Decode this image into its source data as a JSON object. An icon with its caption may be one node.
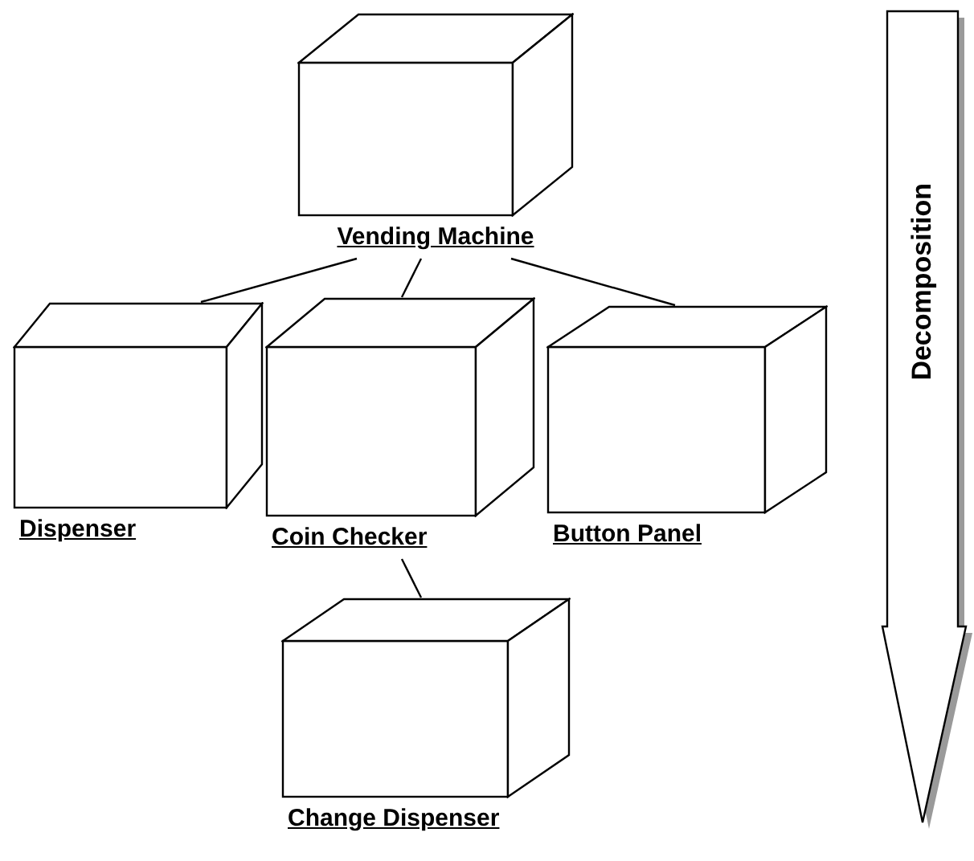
{
  "diagram": {
    "nodes": [
      {
        "text": [
          "Vending Machine"
        ]
      },
      {
        "text": [
          "Dispenser"
        ]
      },
      {
        "text": [
          "Coin Checker"
        ]
      },
      {
        "text": [
          "Button Panel"
        ]
      },
      {
        "text": [
          "Change Dispenser"
        ]
      },
      {
        "text": [
          "Decomposition"
        ]
      }
    ],
    "edges": [
      {
        "from": 0,
        "to": 1,
        "arrow": "none"
      },
      {
        "from": 0,
        "to": 2,
        "arrow": "none"
      },
      {
        "from": 0,
        "to": 3,
        "arrow": "none"
      },
      {
        "from": 2,
        "to": 4,
        "arrow": "none"
      }
    ]
  }
}
